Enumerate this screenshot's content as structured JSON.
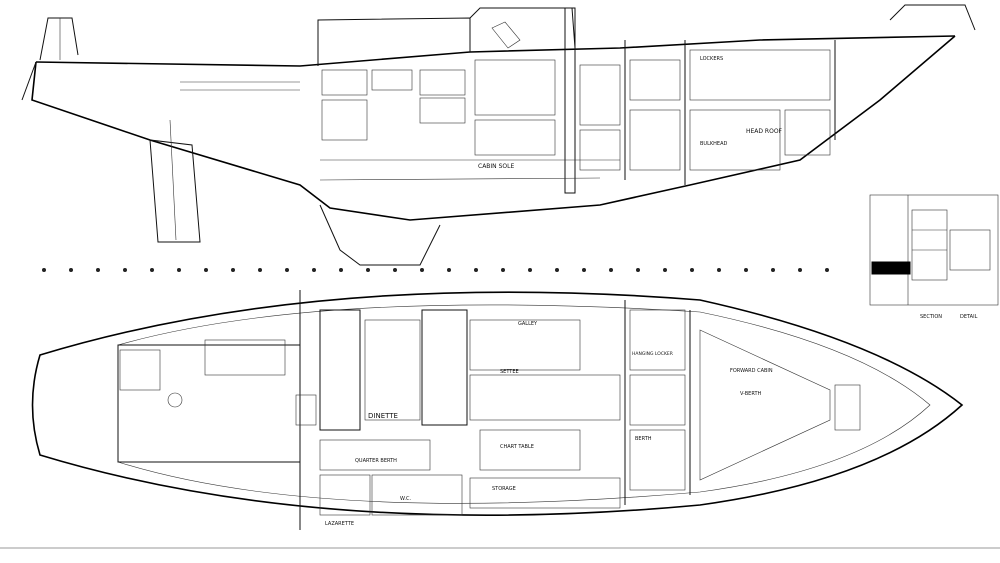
{
  "drawing": {
    "colors": {
      "ink": "#111111",
      "paper": "#ffffff",
      "fill_block": "#000000"
    },
    "plan_labels": {
      "dinette": "DINETTE",
      "galley": "GALLEY",
      "berth": "BERTH",
      "lazarette": "LAZARETTE",
      "wc": "W.C.",
      "hanging_locker": "HANGING LOCKER",
      "v_berth": "V-BERTH",
      "forward_cabin": "FORWARD CABIN",
      "storage": "STORAGE",
      "chart_table": "CHART TABLE",
      "settee": "SETTEE",
      "quarter_berth": "QUARTER BERTH"
    },
    "profile_labels": {
      "head_roof": "HEAD ROOF",
      "cabin_sole": "CABIN SOLE",
      "bulkhead": "BULKHEAD",
      "lockers": "LOCKERS"
    },
    "legend": {
      "caption_1": "SECTION",
      "caption_2": "DETAIL"
    }
  }
}
